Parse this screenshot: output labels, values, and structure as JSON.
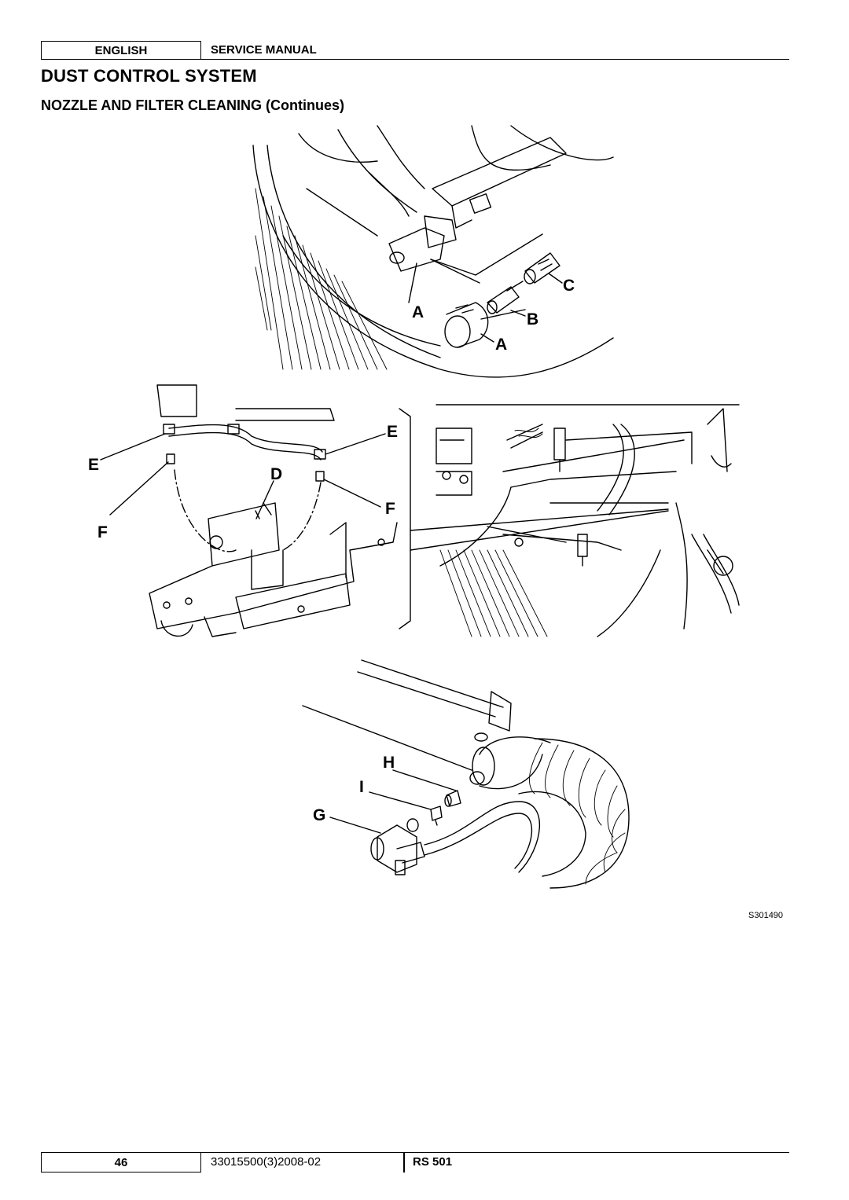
{
  "header": {
    "language": "ENGLISH",
    "manual": "SERVICE MANUAL"
  },
  "title": "DUST CONTROL SYSTEM",
  "section": "NOZZLE AND FILTER CLEANING (Continues)",
  "callouts": {
    "a": "A",
    "b": "B",
    "c": "C",
    "d": "D",
    "e": "E",
    "f": "F",
    "g": "G",
    "h": "H",
    "i": "I"
  },
  "figure_code": "S301490",
  "footer": {
    "page": "46",
    "doc_code": "33015500(3)2008-02",
    "model": "RS 501"
  }
}
